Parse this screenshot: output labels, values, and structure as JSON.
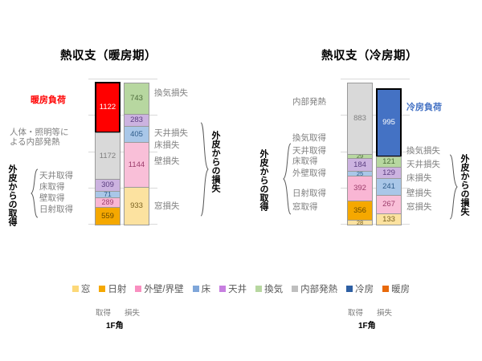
{
  "charts": [
    {
      "id": "heating",
      "title": "熱収支（暖房期）",
      "series_name": "1F角",
      "categories": [
        "取得",
        "損失"
      ],
      "load_label": "暖房負荷",
      "load_value": 1122,
      "left_labels": [
        {
          "text": "人体・照明等に\nよる内部発熱"
        },
        {
          "text": "天井取得"
        },
        {
          "text": "床取得"
        },
        {
          "text": "壁取得"
        },
        {
          "text": "日射取得"
        }
      ],
      "left_group_label": "外皮からの取得",
      "right_labels": [
        "換気損失",
        "天井損失",
        "床損失",
        "壁損失",
        "窓損失"
      ],
      "right_group_label": "外皮からの損失",
      "gain": [
        {
          "name": "内部発熱",
          "value": 1172,
          "color": "#D9D9D9",
          "text": "#7f7f7f"
        },
        {
          "name": "天井",
          "value": 309,
          "color": "#CCB3E0",
          "text": "#5B3F80"
        },
        {
          "name": "床",
          "value": 71,
          "color": "#A9C7E8",
          "text": "#2E5C8A"
        },
        {
          "name": "外壁/界壁",
          "value": 289,
          "color": "#F9B6D4",
          "text": "#9C3D6B"
        },
        {
          "name": "日射",
          "value": 559,
          "color": "#F5A800",
          "text": "#6B4A00"
        }
      ],
      "loss": [
        {
          "name": "換気",
          "value": 743,
          "color": "#B7D7A0",
          "text": "#4C6B3A"
        },
        {
          "name": "天井",
          "value": 283,
          "color": "#CCB3E0",
          "text": "#5B3F80"
        },
        {
          "name": "床",
          "value": 405,
          "color": "#A9C7E8",
          "text": "#2E5C8A"
        },
        {
          "name": "外壁/界壁",
          "value": 1144,
          "color": "#F9BFD8",
          "text": "#9C3D6B"
        },
        {
          "name": "窓",
          "value": 933,
          "color": "#FCE2A0",
          "text": "#7A6220"
        }
      ]
    },
    {
      "id": "cooling",
      "title": "熱収支（冷房期）",
      "series_name": "1F角",
      "categories": [
        "取得",
        "損失"
      ],
      "load_label": "冷房負荷",
      "load_value": 995,
      "left_labels": [
        {
          "text": "内部発熱"
        },
        {
          "text": "換気取得"
        },
        {
          "text": "天井取得"
        },
        {
          "text": "床取得"
        },
        {
          "text": "外壁取得"
        },
        {
          "text": "日射取得"
        },
        {
          "text": "窓取得"
        }
      ],
      "left_group_label": "外皮からの取得",
      "right_labels": [
        "換気損失",
        "天井損失",
        "床損失",
        "壁損失",
        "窓損失"
      ],
      "right_group_label": "外皮からの損失",
      "gain": [
        {
          "name": "内部発熱",
          "value": 883,
          "color": "#D9D9D9",
          "text": "#7f7f7f"
        },
        {
          "name": "換気",
          "value": 29,
          "color": "#B7D7A0",
          "text": "#4C6B3A"
        },
        {
          "name": "天井",
          "value": 184,
          "color": "#CCB3E0",
          "text": "#5B3F80"
        },
        {
          "name": "床",
          "value": 25,
          "color": "#A9C7E8",
          "text": "#2E5C8A"
        },
        {
          "name": "外壁/界壁",
          "value": 392,
          "color": "#F9B6D4",
          "text": "#9C3D6B"
        },
        {
          "name": "日射",
          "value": 356,
          "color": "#F5A800",
          "text": "#6B4A00"
        },
        {
          "name": "窓",
          "value": 28,
          "color": "#FCE2A0",
          "text": "#7A6220"
        }
      ],
      "loss": [
        {
          "name": "換気",
          "value": 121,
          "color": "#B7D7A0",
          "text": "#4C6B3A"
        },
        {
          "name": "天井",
          "value": 129,
          "color": "#CCB3E0",
          "text": "#5B3F80"
        },
        {
          "name": "床",
          "value": 241,
          "color": "#A9C7E8",
          "text": "#2E5C8A"
        },
        {
          "name": "外壁/界壁",
          "value": 267,
          "color": "#F9BFD8",
          "text": "#9C3D6B"
        },
        {
          "name": "窓",
          "value": 133,
          "color": "#FCE2A0",
          "text": "#7A6220"
        }
      ]
    }
  ],
  "legend": [
    {
      "label": "窓",
      "color": "#FCD878"
    },
    {
      "label": "日射",
      "color": "#F5A800"
    },
    {
      "label": "外壁/界壁",
      "color": "#F98FC0"
    },
    {
      "label": "床",
      "color": "#7FA6D9"
    },
    {
      "label": "天井",
      "color": "#C77FE0"
    },
    {
      "label": "換気",
      "color": "#B7D7A0"
    },
    {
      "label": "内部発熱",
      "color": "#BFBFBF"
    },
    {
      "label": "冷房",
      "color": "#2E5FA3"
    },
    {
      "label": "暖房",
      "color": "#E8690B"
    }
  ],
  "colors": {
    "heating_load_fill": "#FF0000",
    "cooling_load_fill": "#4472C4",
    "load_border": "#000000",
    "heating_load_text": "#FF0000",
    "cooling_load_text": "#4472C4"
  },
  "chart_data": [
    {
      "type": "bar",
      "title": "熱収支（暖房期）",
      "subtitle": "1F角",
      "stacked": true,
      "xlabel": "",
      "ylabel": "",
      "categories": [
        "取得",
        "損失"
      ],
      "series": [
        {
          "name": "内部発熱",
          "values": [
            1172,
            0
          ]
        },
        {
          "name": "天井",
          "values": [
            309,
            283
          ]
        },
        {
          "name": "床",
          "values": [
            71,
            405
          ]
        },
        {
          "name": "外壁/界壁",
          "values": [
            289,
            1144
          ]
        },
        {
          "name": "日射",
          "values": [
            559,
            0
          ]
        },
        {
          "name": "窓",
          "values": [
            0,
            933
          ]
        },
        {
          "name": "換気",
          "values": [
            0,
            743
          ]
        },
        {
          "name": "暖房",
          "values": [
            1122,
            0
          ]
        }
      ],
      "totals": {
        "取得": 2400,
        "損失": 3508
      },
      "annotations": [
        "暖房負荷",
        "人体・照明等による内部発熱",
        "外皮からの取得",
        "外皮からの損失",
        "天井取得",
        "床取得",
        "壁取得",
        "日射取得",
        "換気損失",
        "天井損失",
        "床損失",
        "壁損失",
        "窓損失"
      ],
      "grid": true,
      "legend_position": "bottom"
    },
    {
      "type": "bar",
      "title": "熱収支（冷房期）",
      "subtitle": "1F角",
      "stacked": true,
      "xlabel": "",
      "ylabel": "",
      "categories": [
        "取得",
        "損失"
      ],
      "series": [
        {
          "name": "内部発熱",
          "values": [
            883,
            0
          ]
        },
        {
          "name": "換気",
          "values": [
            29,
            121
          ]
        },
        {
          "name": "天井",
          "values": [
            184,
            129
          ]
        },
        {
          "name": "床",
          "values": [
            25,
            241
          ]
        },
        {
          "name": "外壁/界壁",
          "values": [
            392,
            267
          ]
        },
        {
          "name": "日射",
          "values": [
            356,
            0
          ]
        },
        {
          "name": "窓",
          "values": [
            28,
            133
          ]
        },
        {
          "name": "冷房",
          "values": [
            0,
            995
          ]
        }
      ],
      "totals": {
        "取得": 1897,
        "損失": 891
      },
      "annotations": [
        "冷房負荷",
        "内部発熱",
        "外皮からの取得",
        "外皮からの損失",
        "換気取得",
        "天井取得",
        "床取得",
        "外壁取得",
        "日射取得",
        "窓取得",
        "換気損失",
        "天井損失",
        "床損失",
        "壁損失",
        "窓損失"
      ],
      "grid": true,
      "legend_position": "bottom"
    }
  ]
}
